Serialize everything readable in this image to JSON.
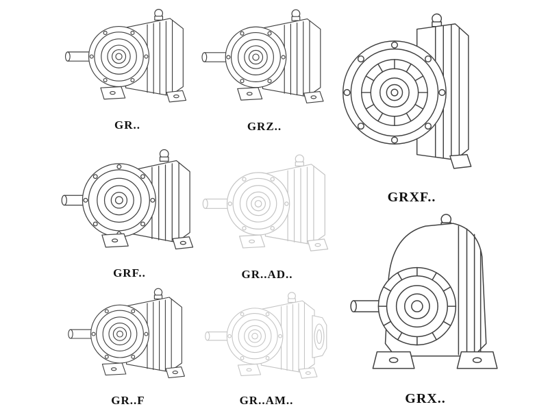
{
  "colors": {
    "line": "#404040",
    "ghost_line": "#c4c4c4",
    "label": "#111111"
  },
  "figures": [
    {
      "label": "GR.."
    },
    {
      "label": "GRZ.."
    },
    {
      "label": "GRXF.."
    },
    {
      "label": "GRF.."
    },
    {
      "label": "GR..AD.."
    },
    {
      "label": "GRX.."
    },
    {
      "label": "GR..F"
    },
    {
      "label": "GR..AM.."
    }
  ]
}
